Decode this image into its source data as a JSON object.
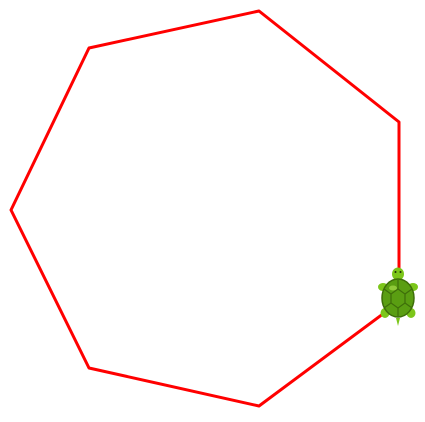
{
  "canvas": {
    "background": "#ffffff"
  },
  "drawing": {
    "shape": "heptagon",
    "sides": 7,
    "stroke_color": "#ff0000"
  },
  "turtle": {
    "icon": "turtle-icon",
    "heading": "north",
    "shell_color": "#5a9e12",
    "body_color": "#7cc61a"
  }
}
